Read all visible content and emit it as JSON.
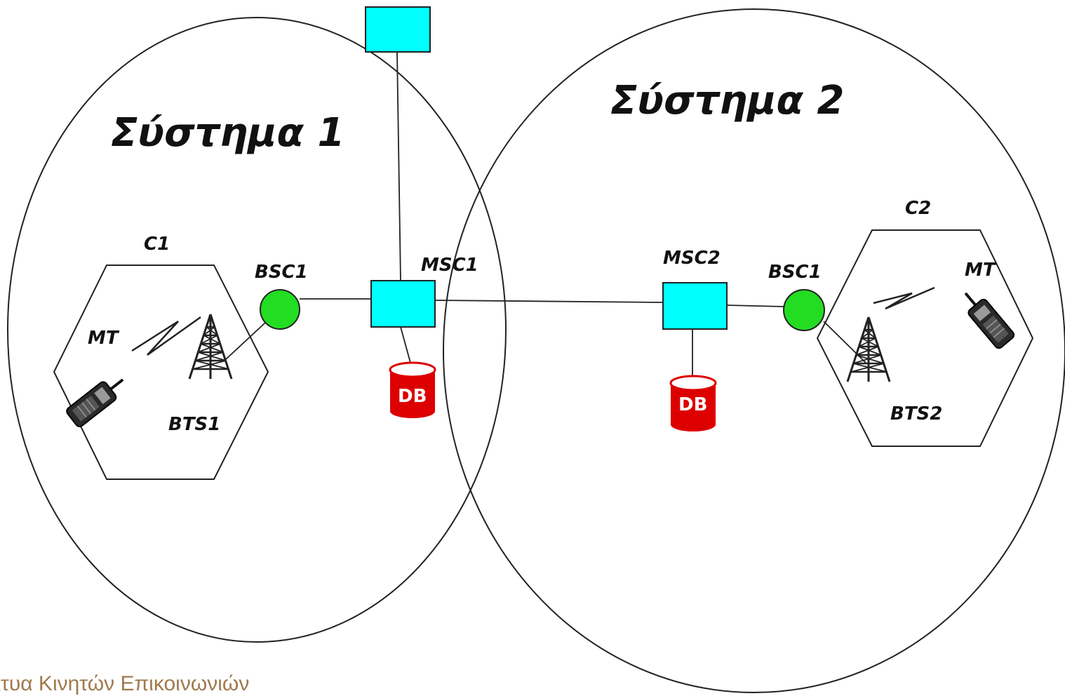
{
  "systems": {
    "system1": {
      "title": "Σύστημα 1"
    },
    "system2": {
      "title": "Σύστημα 2"
    }
  },
  "cells": {
    "c1": {
      "label": "C1",
      "mt_label": "MT",
      "bts_label": "BTS1",
      "bsc_label": "BSC1"
    },
    "c2": {
      "label": "C2",
      "mt_label": "MT",
      "bts_label": "BTS2",
      "bsc_label": "BSC1"
    }
  },
  "switches": {
    "msc1": {
      "label": "MSC1"
    },
    "msc2": {
      "label": "MSC2"
    }
  },
  "databases": {
    "db1": {
      "label": "DB"
    },
    "db2": {
      "label": "DB"
    }
  },
  "footer": {
    "text": "κτυα Κινητών Επικοινωνιών"
  },
  "colors": {
    "switch_fill": "#00ffff",
    "bsc_fill": "#22dd22",
    "db_fill": "#dd0000",
    "footer_text": "#a07a4e"
  }
}
